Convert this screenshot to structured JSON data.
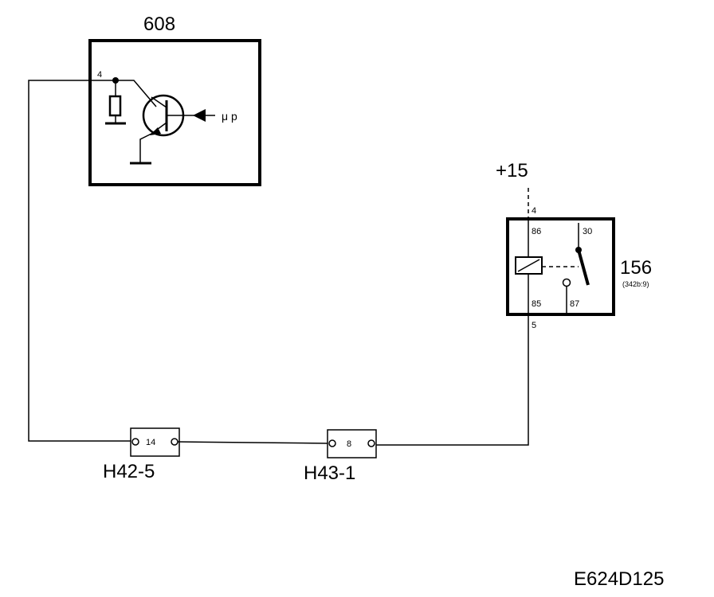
{
  "diagram": {
    "id": "E624D125",
    "ecu": {
      "number": "608",
      "pin": "4",
      "signal": "μ p"
    },
    "supply": {
      "label": "+15",
      "pin": "4"
    },
    "relay": {
      "number": "156",
      "ref": "(342b:9)",
      "pins": {
        "coil_top": "86",
        "coil_bottom": "85",
        "contact_com": "30",
        "contact_no": "87",
        "bottom_pin": "5"
      }
    },
    "connectors": [
      {
        "name": "H42-5",
        "pin": "14"
      },
      {
        "name": "H43-1",
        "pin": "8"
      }
    ]
  }
}
